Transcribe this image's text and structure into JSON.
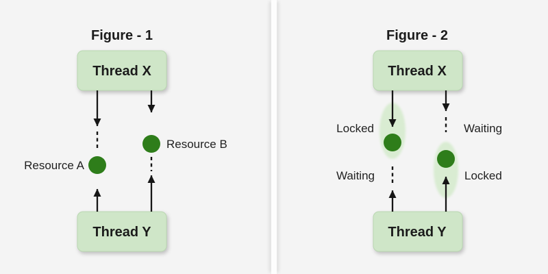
{
  "figure1": {
    "title": "Figure - 1",
    "thread_x": "Thread X",
    "thread_y": "Thread Y",
    "resource_a": "Resource A",
    "resource_b": "Resource B"
  },
  "figure2": {
    "title": "Figure - 2",
    "thread_x": "Thread X",
    "thread_y": "Thread Y",
    "locked_top": "Locked",
    "waiting_top": "Waiting",
    "waiting_bottom": "Waiting",
    "locked_bottom": "Locked"
  },
  "colors": {
    "background": "#f4f4f4",
    "divider": "#fdfdfd",
    "thread_box_fill": "#cfe6c8",
    "thread_box_border": "#b9d7b1",
    "resource_circle": "#2e7d1a",
    "lock_highlight": "#d9ecd2",
    "arrow": "#161616",
    "text": "#1b1b1b"
  }
}
